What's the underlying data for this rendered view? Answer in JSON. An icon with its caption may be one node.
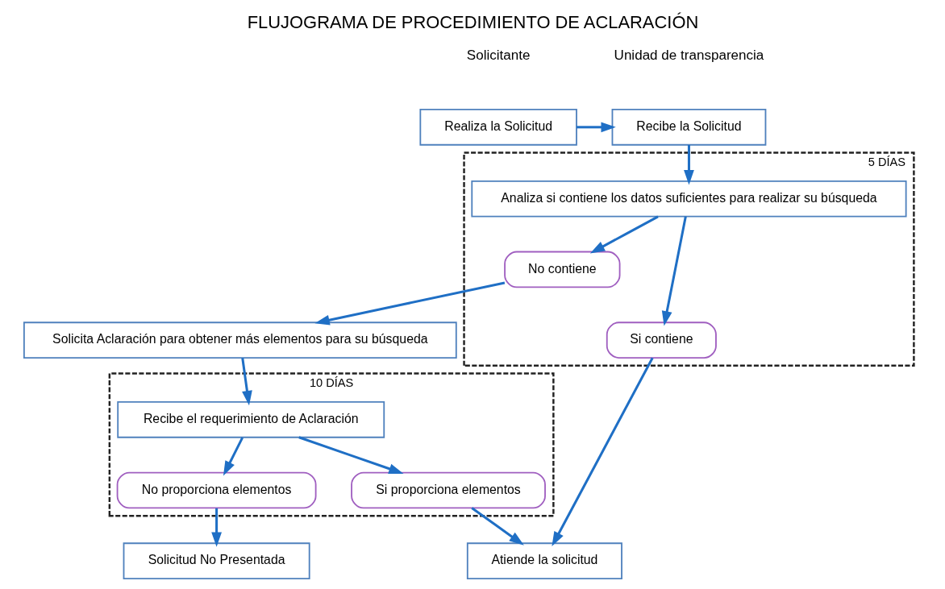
{
  "diagram": {
    "title": "FLUJOGRAMA DE PROCEDIMIENTO DE ACLARACIÓN",
    "nodes": [
      {
        "text": [
          "Realiza la Solicitud"
        ]
      },
      {
        "text": [
          "Recibe la Solicitud"
        ]
      },
      {
        "text": [
          "10 DÍAS"
        ]
      },
      {
        "text": [
          "Recibe el requerimiento de Aclaración"
        ],
        "in": 2
      },
      {
        "text": [
          "Si proporciona elementos"
        ],
        "in": 2
      },
      {
        "text": [
          "No proporciona elementos"
        ],
        "in": 2
      },
      {
        "text": [
          "5 DÍAS"
        ]
      },
      {
        "text": [
          "Analiza si contiene los datos suficientes para realizar su búsqueda"
        ],
        "in": 6
      },
      {
        "text": [
          "No contiene"
        ],
        "in": 6
      },
      {
        "text": [
          "Si contiene"
        ],
        "in": 6
      },
      {
        "text": [
          "Solicita Aclaración para obtener más elementos para su búsqueda"
        ]
      },
      {
        "text": [
          "Atiende la solicitud"
        ]
      },
      {
        "text": [
          "Solicitud No Presentada"
        ]
      }
    ],
    "edges": [
      {
        "from": 0,
        "to": 1,
        "arrow": "to"
      },
      {
        "from": 1,
        "to": 7,
        "arrow": "to"
      },
      {
        "from": 7,
        "to": 8,
        "arrow": "to"
      },
      {
        "from": 7,
        "to": 9,
        "arrow": "to"
      },
      {
        "from": 8,
        "to": 10,
        "arrow": "to"
      },
      {
        "from": 9,
        "to": 11,
        "arrow": "to"
      },
      {
        "from": 10,
        "to": 3,
        "arrow": "to"
      },
      {
        "from": 3,
        "to": 4,
        "arrow": "to"
      },
      {
        "from": 3,
        "to": 5,
        "arrow": "to"
      },
      {
        "from": 4,
        "to": 11,
        "arrow": "to"
      },
      {
        "from": 5,
        "to": 12,
        "arrow": "to"
      }
    ],
    "labels": [
      "Solicitante",
      "Unidad de transparencia"
    ]
  }
}
